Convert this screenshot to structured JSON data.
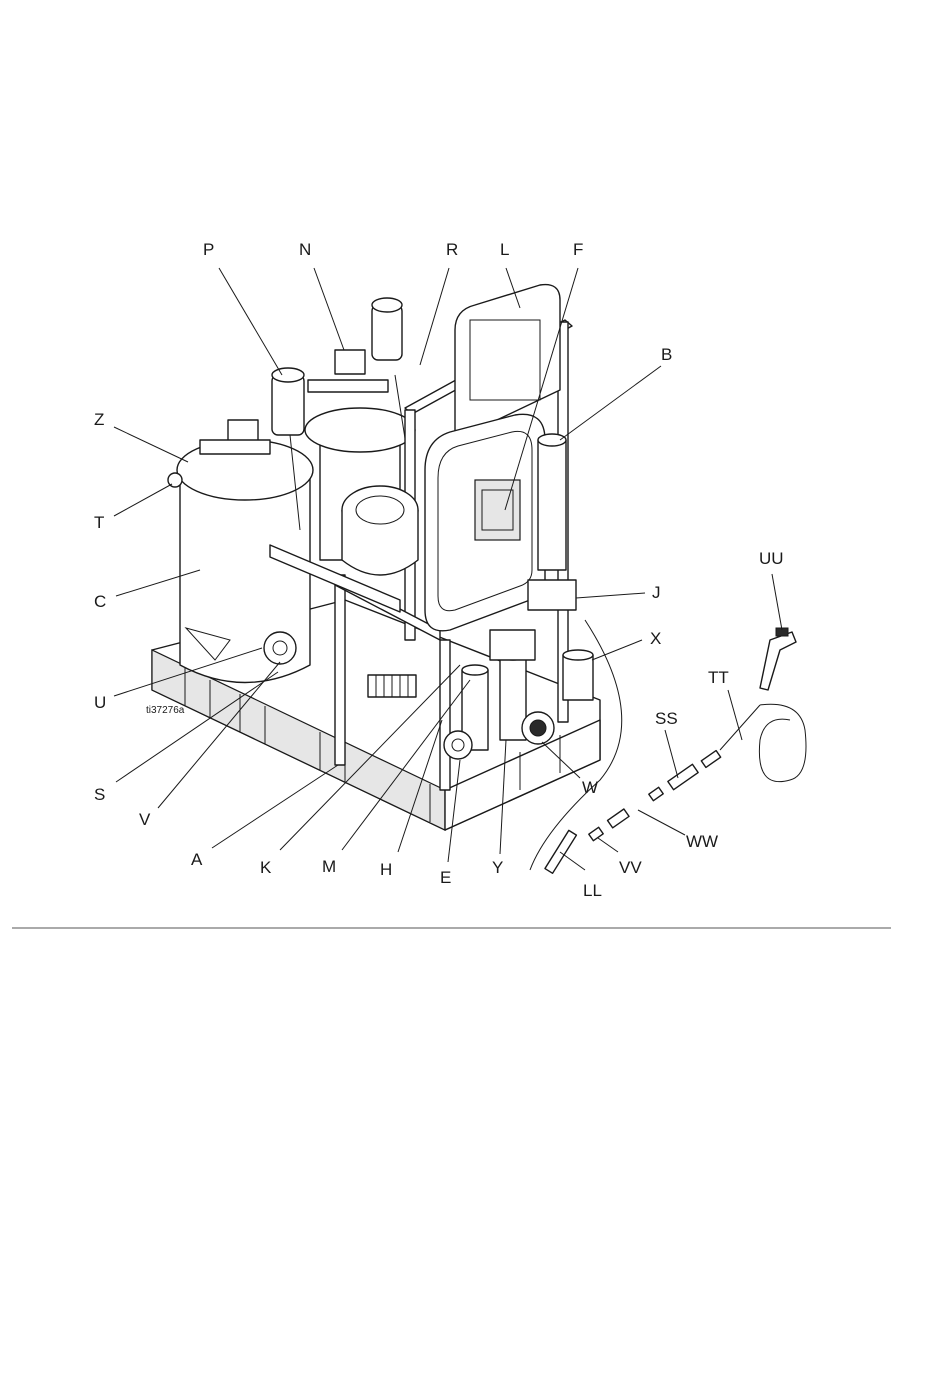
{
  "figure_id": "ti37276a",
  "callouts": [
    {
      "label": "P"
    },
    {
      "label": "N"
    },
    {
      "label": "R"
    },
    {
      "label": "L"
    },
    {
      "label": "F"
    },
    {
      "label": "B"
    },
    {
      "label": "Z"
    },
    {
      "label": "T"
    },
    {
      "label": "C"
    },
    {
      "label": "UU"
    },
    {
      "label": "J"
    },
    {
      "label": "X"
    },
    {
      "label": "TT"
    },
    {
      "label": "U"
    },
    {
      "label": "SS"
    },
    {
      "label": "S"
    },
    {
      "label": "W"
    },
    {
      "label": "V"
    },
    {
      "label": "WW"
    },
    {
      "label": "A"
    },
    {
      "label": "K"
    },
    {
      "label": "M"
    },
    {
      "label": "H"
    },
    {
      "label": "E"
    },
    {
      "label": "Y"
    },
    {
      "label": "VV"
    },
    {
      "label": "LL"
    }
  ]
}
